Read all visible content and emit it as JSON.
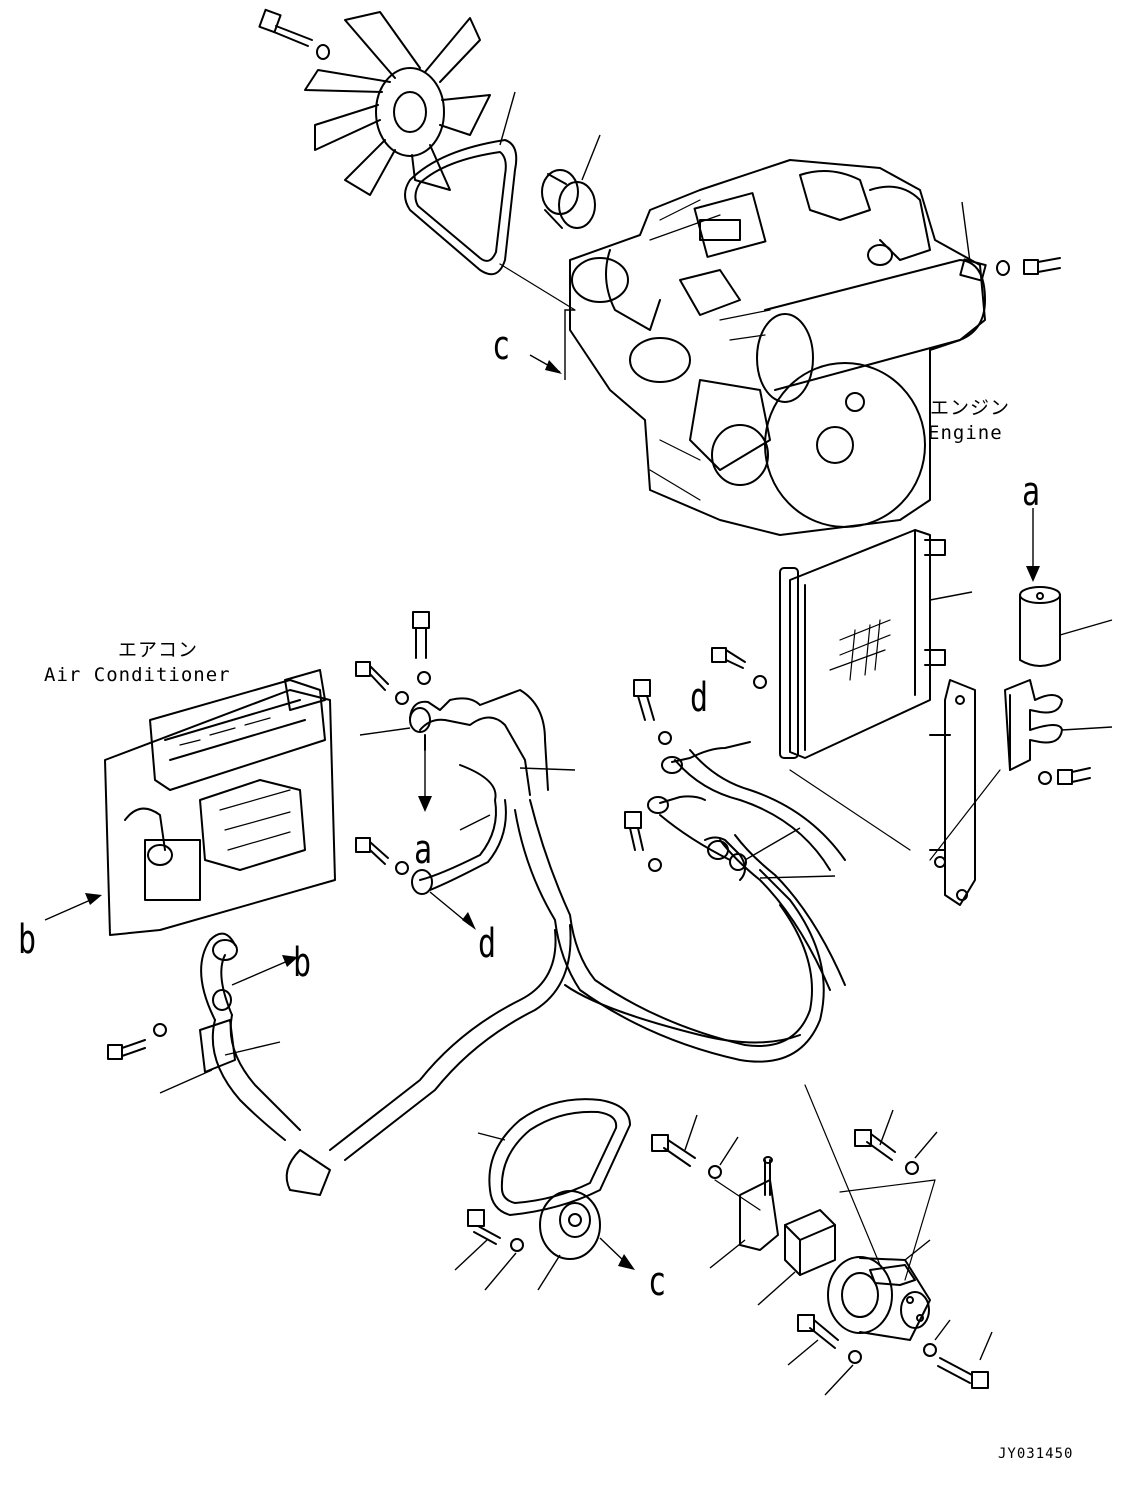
{
  "labels": {
    "engine_jp": "エンジン",
    "engine_en": "Engine",
    "aircon_jp": "エアコン",
    "aircon_en": "Air Conditioner",
    "ref_a": "a",
    "ref_b": "b",
    "ref_c": "c",
    "ref_d": "d",
    "drawing_code": "JY031450"
  }
}
